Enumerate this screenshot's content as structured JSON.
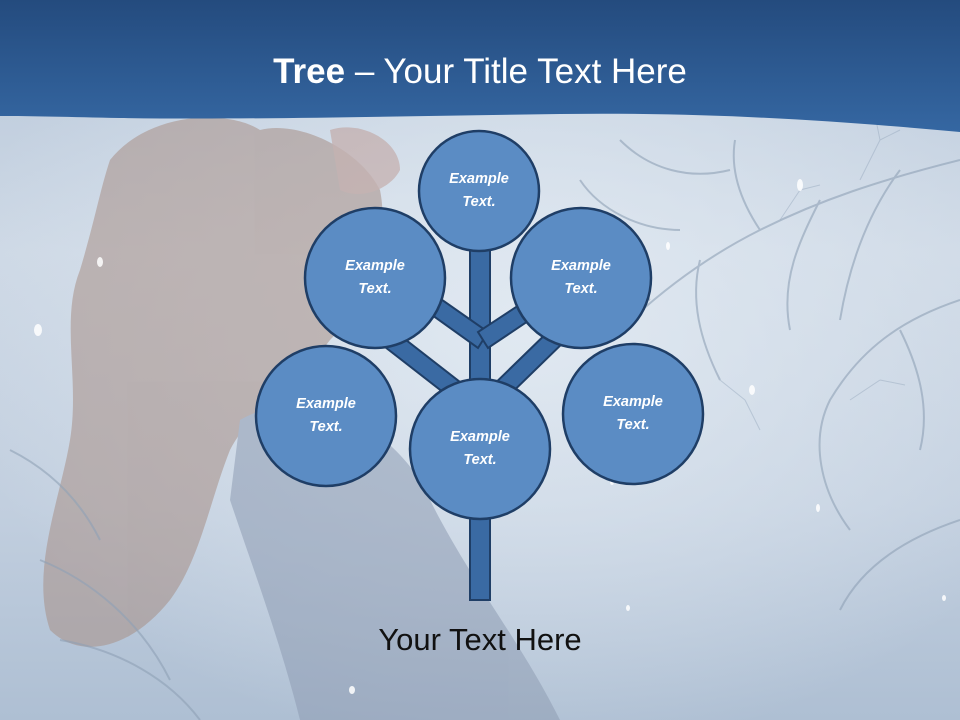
{
  "title": {
    "bold": "Tree",
    "separator": " – ",
    "rest": "Your Title Text Here"
  },
  "nodes": [
    {
      "id": "top",
      "line1": "Example",
      "line2": "Text."
    },
    {
      "id": "upper-left",
      "line1": "Example",
      "line2": "Text."
    },
    {
      "id": "upper-right",
      "line1": "Example",
      "line2": "Text."
    },
    {
      "id": "lower-left",
      "line1": "Example",
      "line2": "Text."
    },
    {
      "id": "lower-right",
      "line1": "Example",
      "line2": "Text."
    },
    {
      "id": "center",
      "line1": "Example",
      "line2": "Text."
    }
  ],
  "caption": "Your Text Here",
  "colors": {
    "header": "#2d5a92",
    "node_fill": "#5b8cc4",
    "node_stroke": "#1f3e66",
    "trunk": "#3a6aa3",
    "caption_text": "#111111"
  }
}
